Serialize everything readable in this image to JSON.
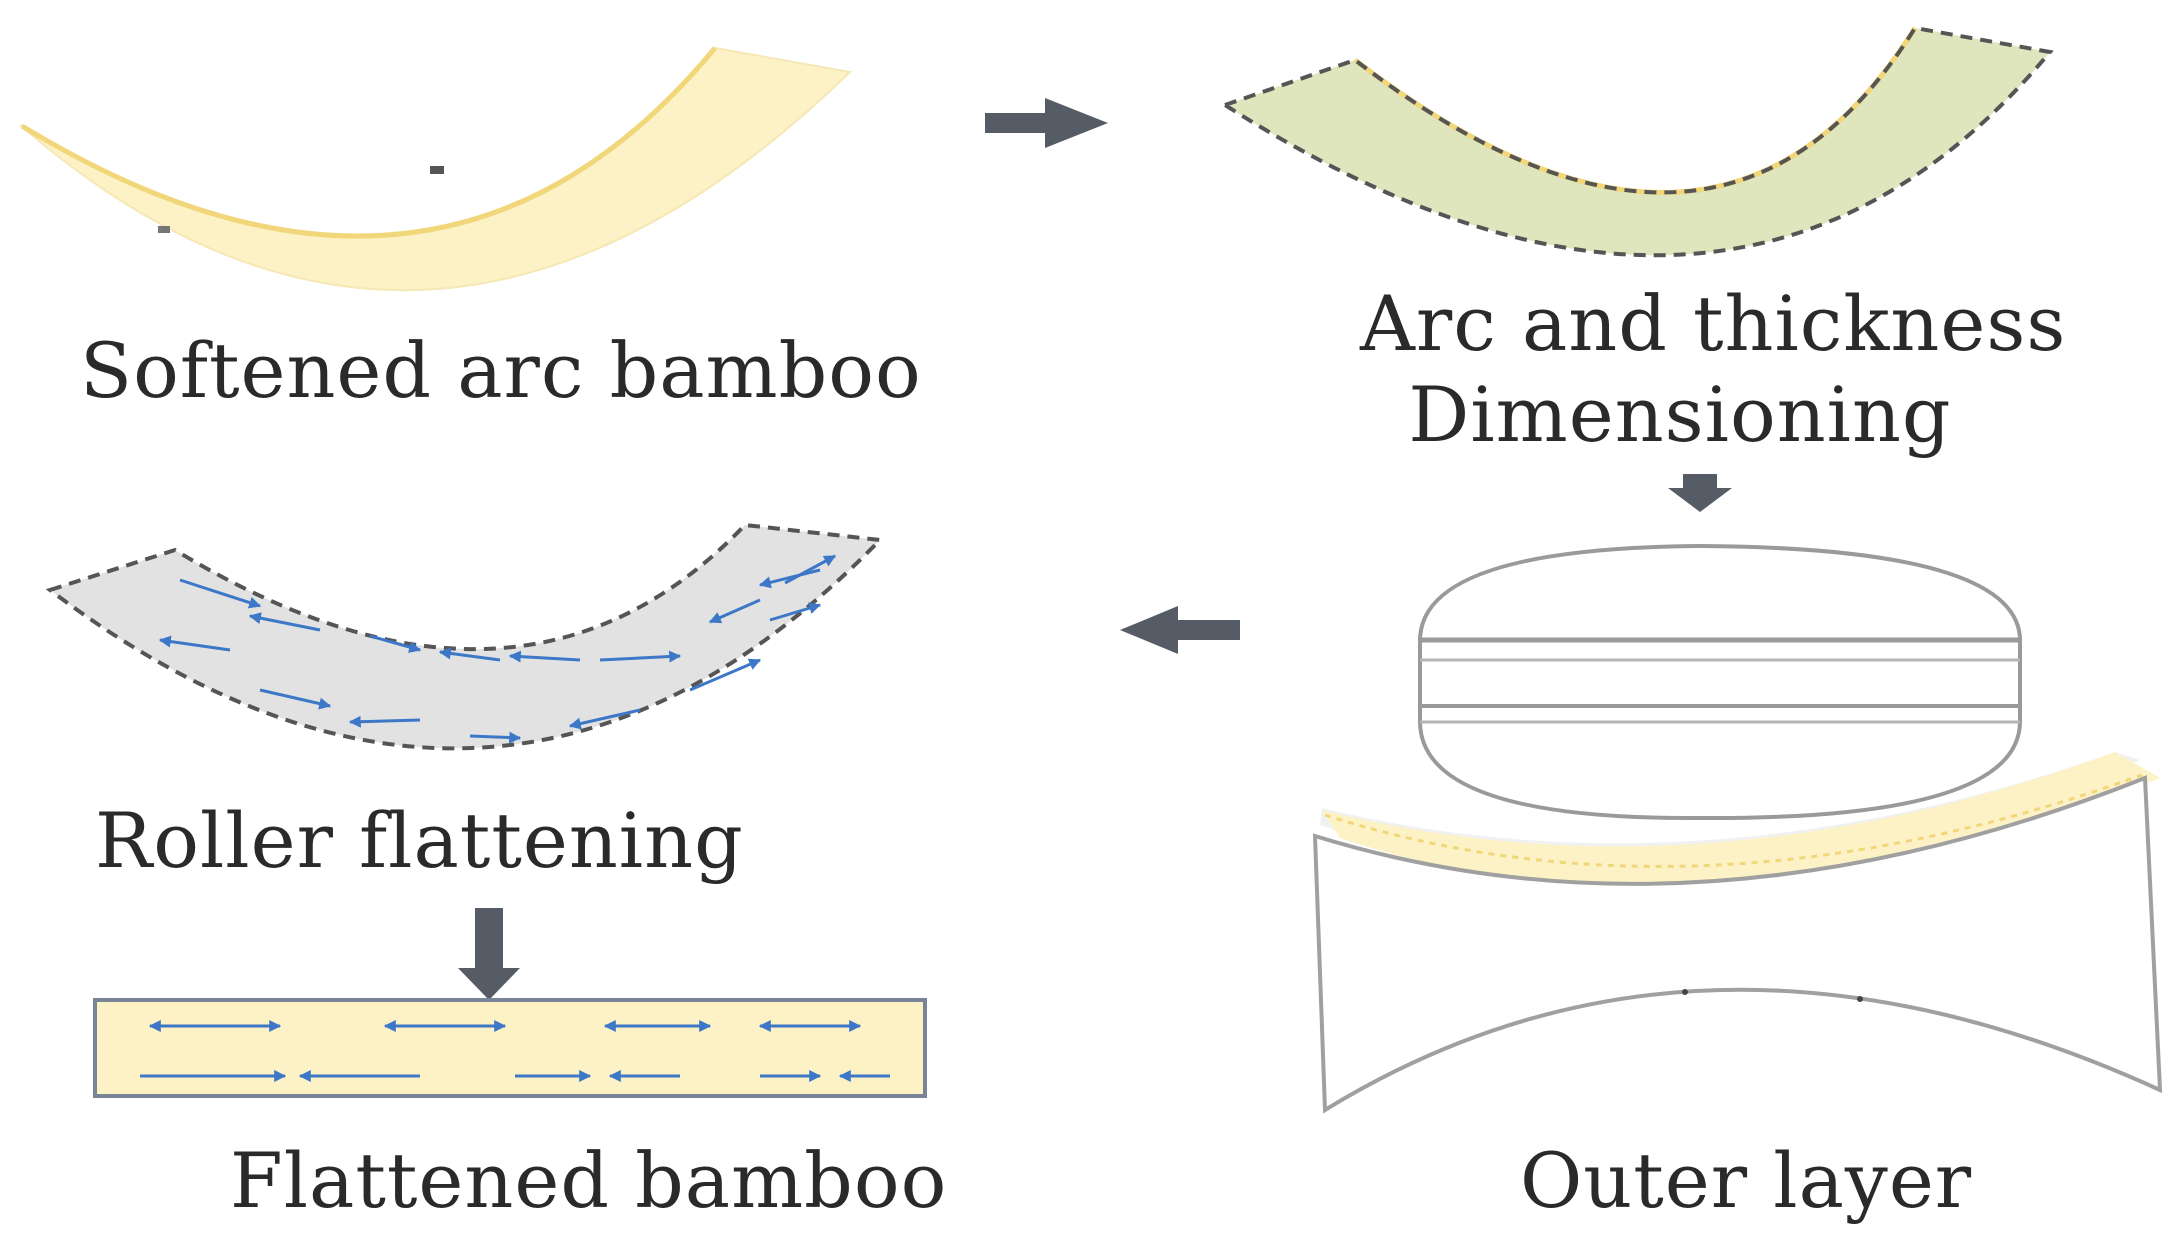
{
  "steps": {
    "softened": {
      "label": "Softened arc bamboo"
    },
    "dimensioning": {
      "line1": "Arc and thickness",
      "line2": "Dimensioning"
    },
    "outer": {
      "label": "Outer layer"
    },
    "roller": {
      "label": "Roller flattening"
    },
    "flattened": {
      "label": "Flattened bamboo"
    }
  },
  "colors": {
    "bamboo_fill": "#fdf2c6",
    "bamboo_edge": "#f1d67a",
    "dimension_fill": "#dfe6bd",
    "roller_fill": "#e2e2e2",
    "dash_stroke": "#555555",
    "arrow_fill": "#555c66",
    "flow_arrow": "#3d78c8",
    "outline": "#9a9a9a"
  },
  "icons": [
    "right-arrow-icon",
    "down-arrow-icon",
    "left-arrow-icon"
  ]
}
